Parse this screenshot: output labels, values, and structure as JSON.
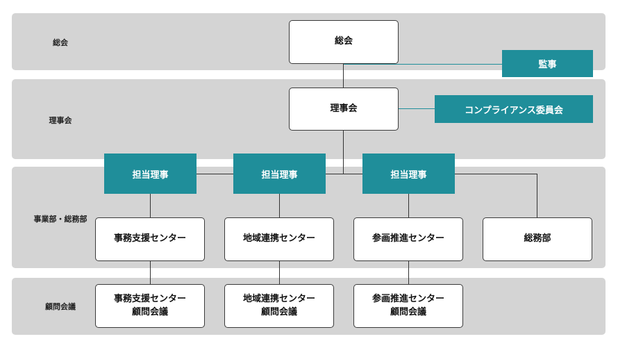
{
  "bands": {
    "sokai": "総会",
    "rijikai": "理事会",
    "jigyobu": "事業部・総務部",
    "komon": "顧問会議"
  },
  "nodes": {
    "sokai": "総会",
    "kanji": "監事",
    "rijikai": "理事会",
    "compliance": "コンプライアンス委員会",
    "tanto1": "担当理事",
    "tanto2": "担当理事",
    "tanto3": "担当理事",
    "center1": "事務支援センター",
    "center2": "地域連携センター",
    "center3": "参画推進センター",
    "somubu": "総務部",
    "komon1": "事務支援センター\n顧問会議",
    "komon2": "地域連携センター\n顧問会議",
    "komon3": "参画推進センター\n顧問会議"
  },
  "colors": {
    "band": "#d4d4d4",
    "accent": "#1f8e9a",
    "box_border": "#3a3a3a"
  }
}
